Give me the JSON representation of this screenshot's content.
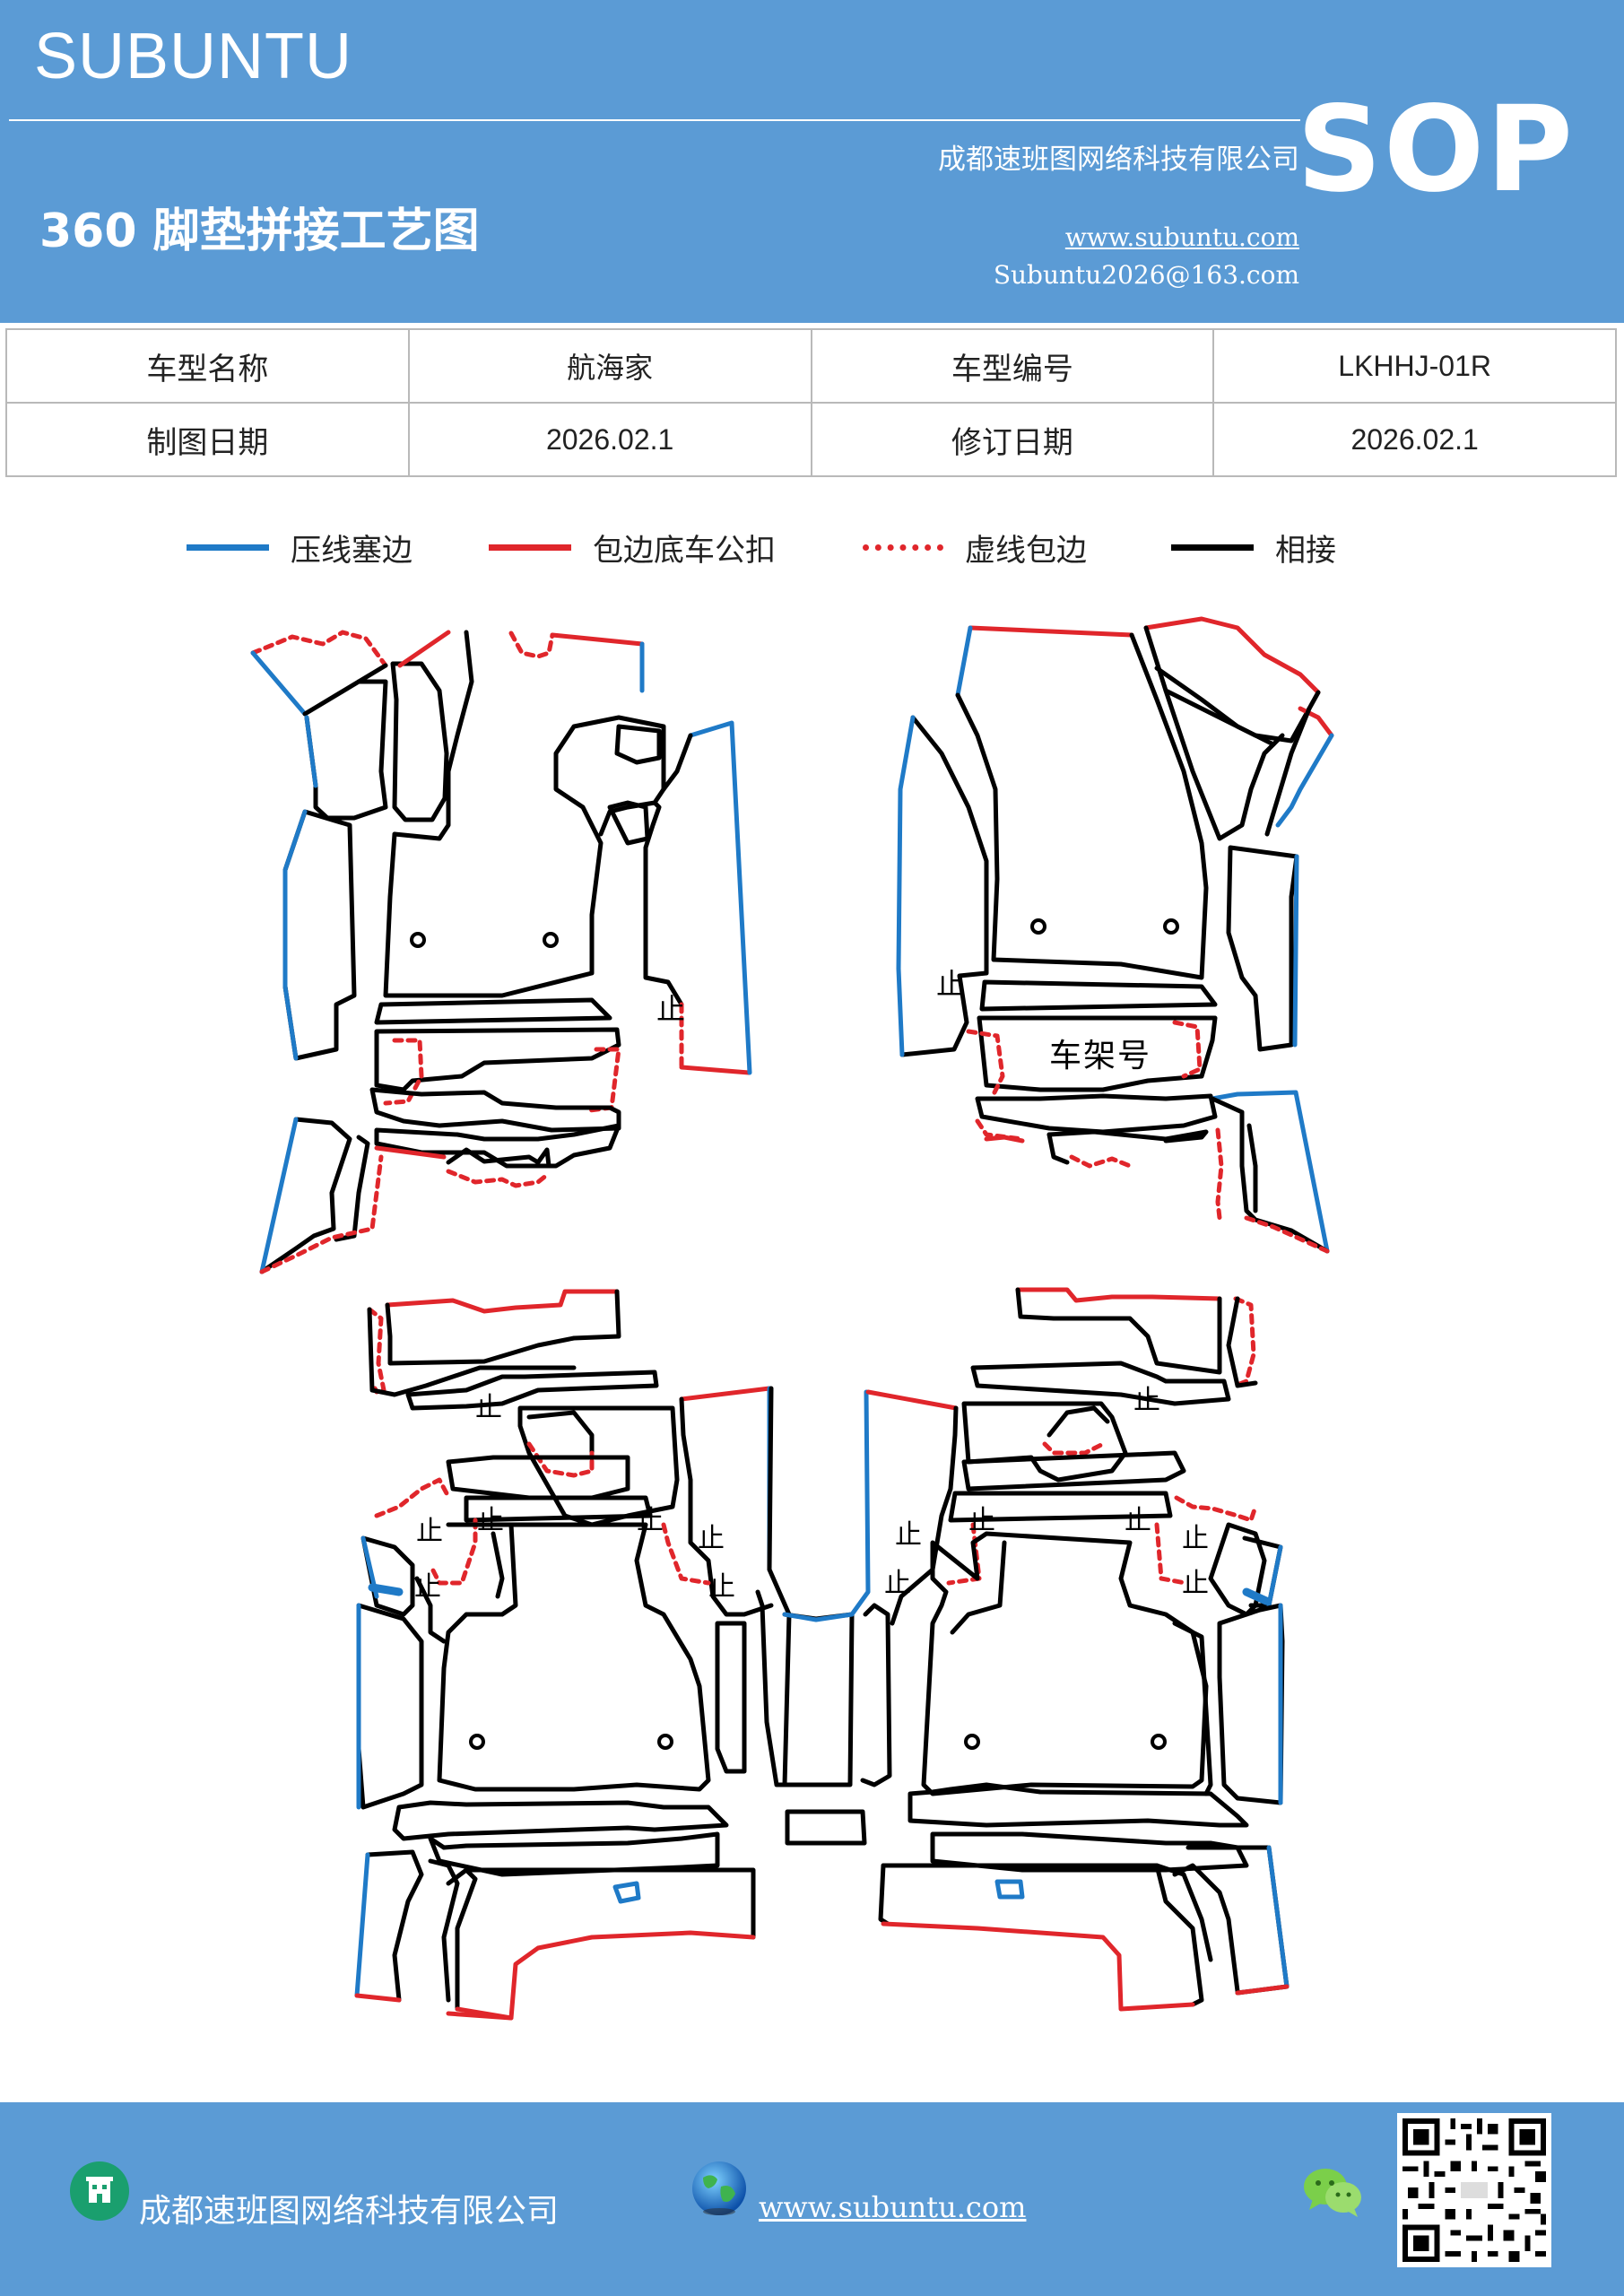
{
  "header": {
    "brand": "SUBUNTU",
    "company": "成都速班图网络科技有限公司",
    "title": "360 脚垫拼接工艺图",
    "website": "www.subuntu.com",
    "email": "Subuntu2026@163.com",
    "badge": "SOP",
    "color": "#5b9bd5"
  },
  "info_table": {
    "rows": [
      [
        {
          "label": "车型名称",
          "value": "航海家"
        },
        {
          "label": "车型编号",
          "value": "LKHHJ-01R"
        }
      ],
      [
        {
          "label": "制图日期",
          "value": "2026.02.1"
        },
        {
          "label": "修订日期",
          "value": "2026.02.1"
        }
      ]
    ]
  },
  "legend": {
    "items": [
      {
        "label": "压线塞边",
        "color": "#1f7ac7",
        "style": "solid"
      },
      {
        "label": "包边底车公扣",
        "color": "#e0262b",
        "style": "solid"
      },
      {
        "label": "虚线包边",
        "color": "#e0262b",
        "style": "dashed"
      },
      {
        "label": "相接",
        "color": "#000000",
        "style": "solid"
      }
    ]
  },
  "diagram": {
    "frame_label": "车架号",
    "stop_mark": "止",
    "stroke_black": "#000000",
    "stroke_blue": "#1f7ac7",
    "stroke_red": "#e0262b"
  },
  "footer": {
    "company": "成都速班图网络科技有限公司",
    "website": "www.subuntu.com",
    "icons": [
      "building-icon",
      "globe-icon",
      "wechat-icon",
      "qr-code"
    ]
  }
}
